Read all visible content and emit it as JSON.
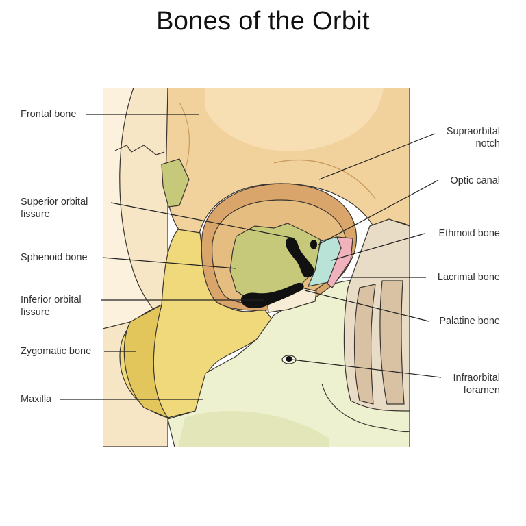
{
  "title": "Bones of the Orbit",
  "labels": {
    "frontal_bone": "Frontal bone",
    "superior_orbital_fissure": [
      "Superior orbital",
      "fissure"
    ],
    "sphenoid_bone": "Sphenoid bone",
    "inferior_orbital_fissure": [
      "Inferior orbital",
      "fissure"
    ],
    "zygomatic_bone": "Zygomatic bone",
    "maxilla": "Maxilla",
    "supraorbital_notch": [
      "Supraorbital",
      "notch"
    ],
    "optic_canal": "Optic canal",
    "ethmoid_bone": "Ethmoid bone",
    "lacrimal_bone": "Lacrimal bone",
    "palatine_bone": "Palatine bone",
    "infraorbital_foramen": [
      "Infraorbital",
      "foramen"
    ]
  },
  "colors": {
    "frontal": "#f1d29d",
    "frontal_dark": "#e6bd80",
    "orbit_rim": "#d9a56a",
    "skull_side": "#f6e6c6",
    "sphenoid": "#c6c97a",
    "zygomatic": "#efd97a",
    "zygomatic_dark": "#e2c65c",
    "maxilla": "#eef1cf",
    "ethmoid": "#b9e3d7",
    "lacrimal": "#f0b3bd",
    "palatine": "#f7ecd6",
    "nasal": "#d8c2a3",
    "fissure": "#111111"
  }
}
